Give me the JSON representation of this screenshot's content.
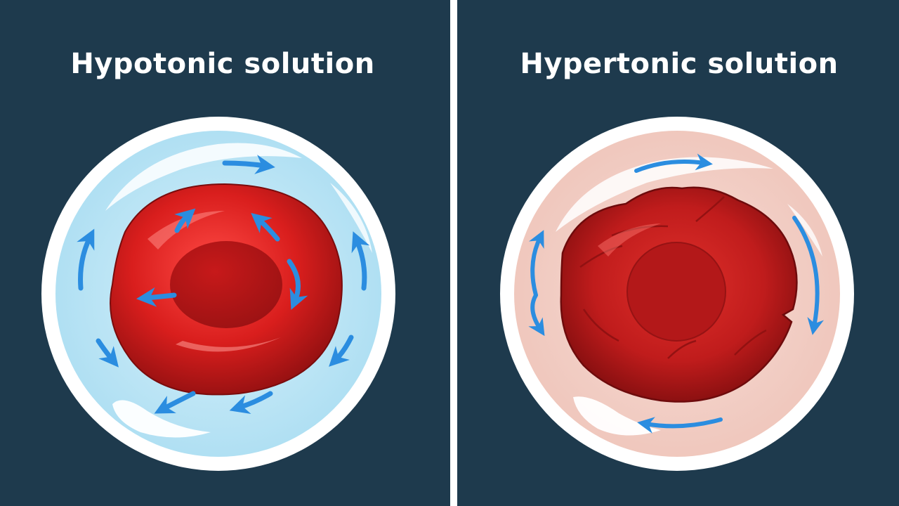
{
  "panels": [
    {
      "id": "hypotonic",
      "title": "Hypotonic solution",
      "solution_color": "#bfe6f5",
      "cell_color": "#d9201f"
    },
    {
      "id": "hypertonic",
      "title": "Hypertonic solution",
      "solution_color": "#f3cfc6",
      "cell_color": "#c41d1d"
    }
  ],
  "colors": {
    "background": "#1e3a4d",
    "divider": "#ffffff",
    "title_text": "#ffffff",
    "arrow": "#2b8de0",
    "beaker_rim": "#ffffff"
  },
  "icons": {
    "water_flow": "arrow-icon"
  }
}
